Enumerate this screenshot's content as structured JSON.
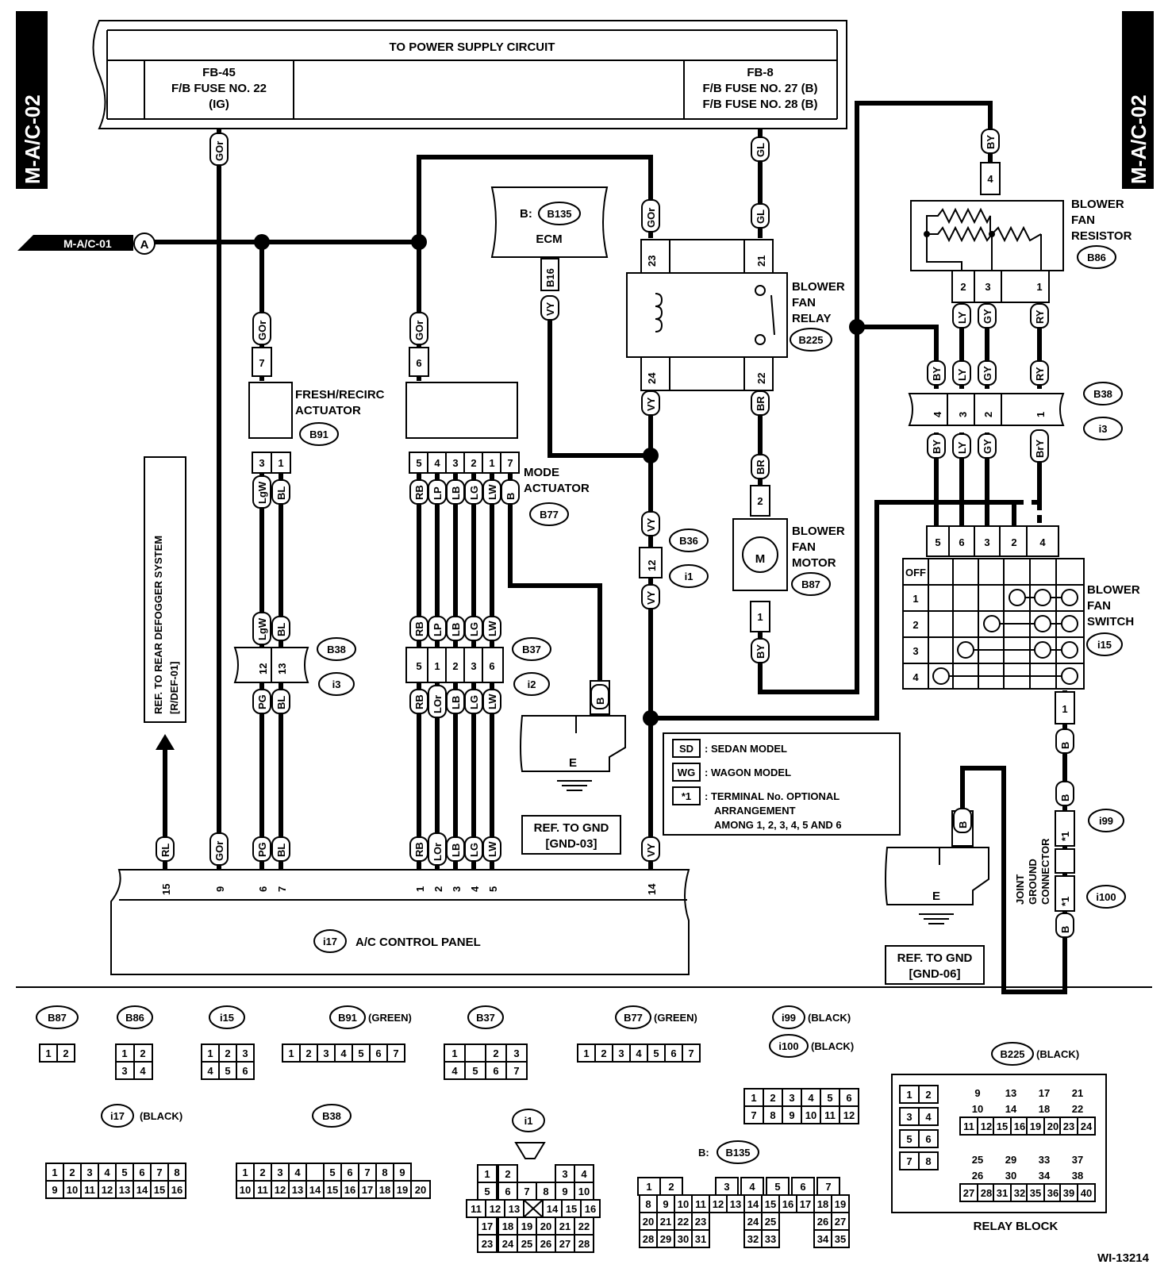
{
  "side_tab_left": "M-A/C-02",
  "side_tab_right": "M-A/C-02",
  "power_supply": {
    "title": "TO POWER SUPPLY CIRCUIT",
    "fb45": [
      "FB-45",
      "F/B FUSE NO. 22",
      "(IG)"
    ],
    "fb8": [
      "FB-8",
      "F/B FUSE NO. 27 (B)",
      "F/B FUSE NO. 28 (B)"
    ]
  },
  "connector_in": {
    "label": "M-A/C-01",
    "letter": "A"
  },
  "ecm": {
    "prefix": "B:",
    "id": "B135",
    "name": "ECM",
    "pin": "B16"
  },
  "fresh_recirc": {
    "name1": "FRESH/RECIRC",
    "name2": "ACTUATOR",
    "id": "B91"
  },
  "mode_actuator": {
    "name1": "MODE",
    "name2": "ACTUATOR",
    "id": "B77"
  },
  "blower_relay": {
    "name1": "BLOWER",
    "name2": "FAN",
    "name3": "RELAY",
    "id": "B225"
  },
  "blower_resistor": {
    "name1": "BLOWER",
    "name2": "FAN",
    "name3": "RESISTOR",
    "id": "B86"
  },
  "blower_motor": {
    "name1": "BLOWER",
    "name2": "FAN",
    "name3": "MOTOR",
    "id": "B87",
    "symbol": "M"
  },
  "blower_switch": {
    "name1": "BLOWER",
    "name2": "FAN",
    "name3": "SWITCH",
    "id": "i15",
    "rows": [
      "OFF",
      "1",
      "2",
      "3",
      "4"
    ],
    "pins": [
      "5",
      "6",
      "3",
      "2",
      "4"
    ]
  },
  "ref_rear_defogger": [
    "REF. TO REAR DEFOGGER SYSTEM",
    "[R/DEF-01]"
  ],
  "gnd_03": [
    "REF. TO GND",
    "[GND-03]"
  ],
  "gnd_06": [
    "REF. TO GND",
    "[GND-06]"
  ],
  "ground_letter": "E",
  "joint_ground": {
    "name1": "JOINT",
    "name2": "GROUND",
    "name3": "CONNECTOR",
    "id1": "i99",
    "id2": "i100",
    "mark": "*1"
  },
  "legend": {
    "sd_code": "SD",
    "sd_text": ": SEDAN MODEL",
    "wg_code": "WG",
    "wg_text": ": WAGON MODEL",
    "opt_code": "*1",
    "opt_text": ": TERMINAL No. OPTIONAL",
    "opt_text2": "ARRANGEMENT",
    "opt_text3": "AMONG 1, 2, 3, 4, 5 AND 6"
  },
  "ac_panel": {
    "id": "i17",
    "name": "A/C CONTROL PANEL"
  },
  "connector_ids": {
    "b38": "B38",
    "i3": "i3",
    "b37": "B37",
    "i2": "i2",
    "b36": "B36",
    "i1": "i1"
  },
  "wires": {
    "gor": "GOr",
    "gl": "GL",
    "by": "BY",
    "ly": "LY",
    "gy": "GY",
    "ry": "RY",
    "bry": "BrY",
    "vy": "VY",
    "br": "BR",
    "lgw": "LgW",
    "bl": "BL",
    "pg": "PG",
    "rb": "RB",
    "lp": "LP",
    "lb": "LB",
    "lg": "LG",
    "lw": "LW",
    "b": "B",
    "lor": "LOr",
    "rl": "RL"
  },
  "bottom_connectors": {
    "b87": "B87",
    "b86": "B86",
    "i15": "i15",
    "b91": "B91",
    "b91_color": "(GREEN)",
    "b37": "B37",
    "b77": "B77",
    "b77_color": "(GREEN)",
    "i99": "i99",
    "i99_color": "(BLACK)",
    "i100": "i100",
    "i100_color": "(BLACK)",
    "i17": "i17",
    "i17_color": "(BLACK)",
    "b38": "B38",
    "i1": "i1",
    "b135_prefix": "B:",
    "b135": "B135",
    "b225": "B225",
    "b225_color": "(BLACK)",
    "relay_block": "RELAY BLOCK"
  },
  "figure_id": "WI-13214"
}
